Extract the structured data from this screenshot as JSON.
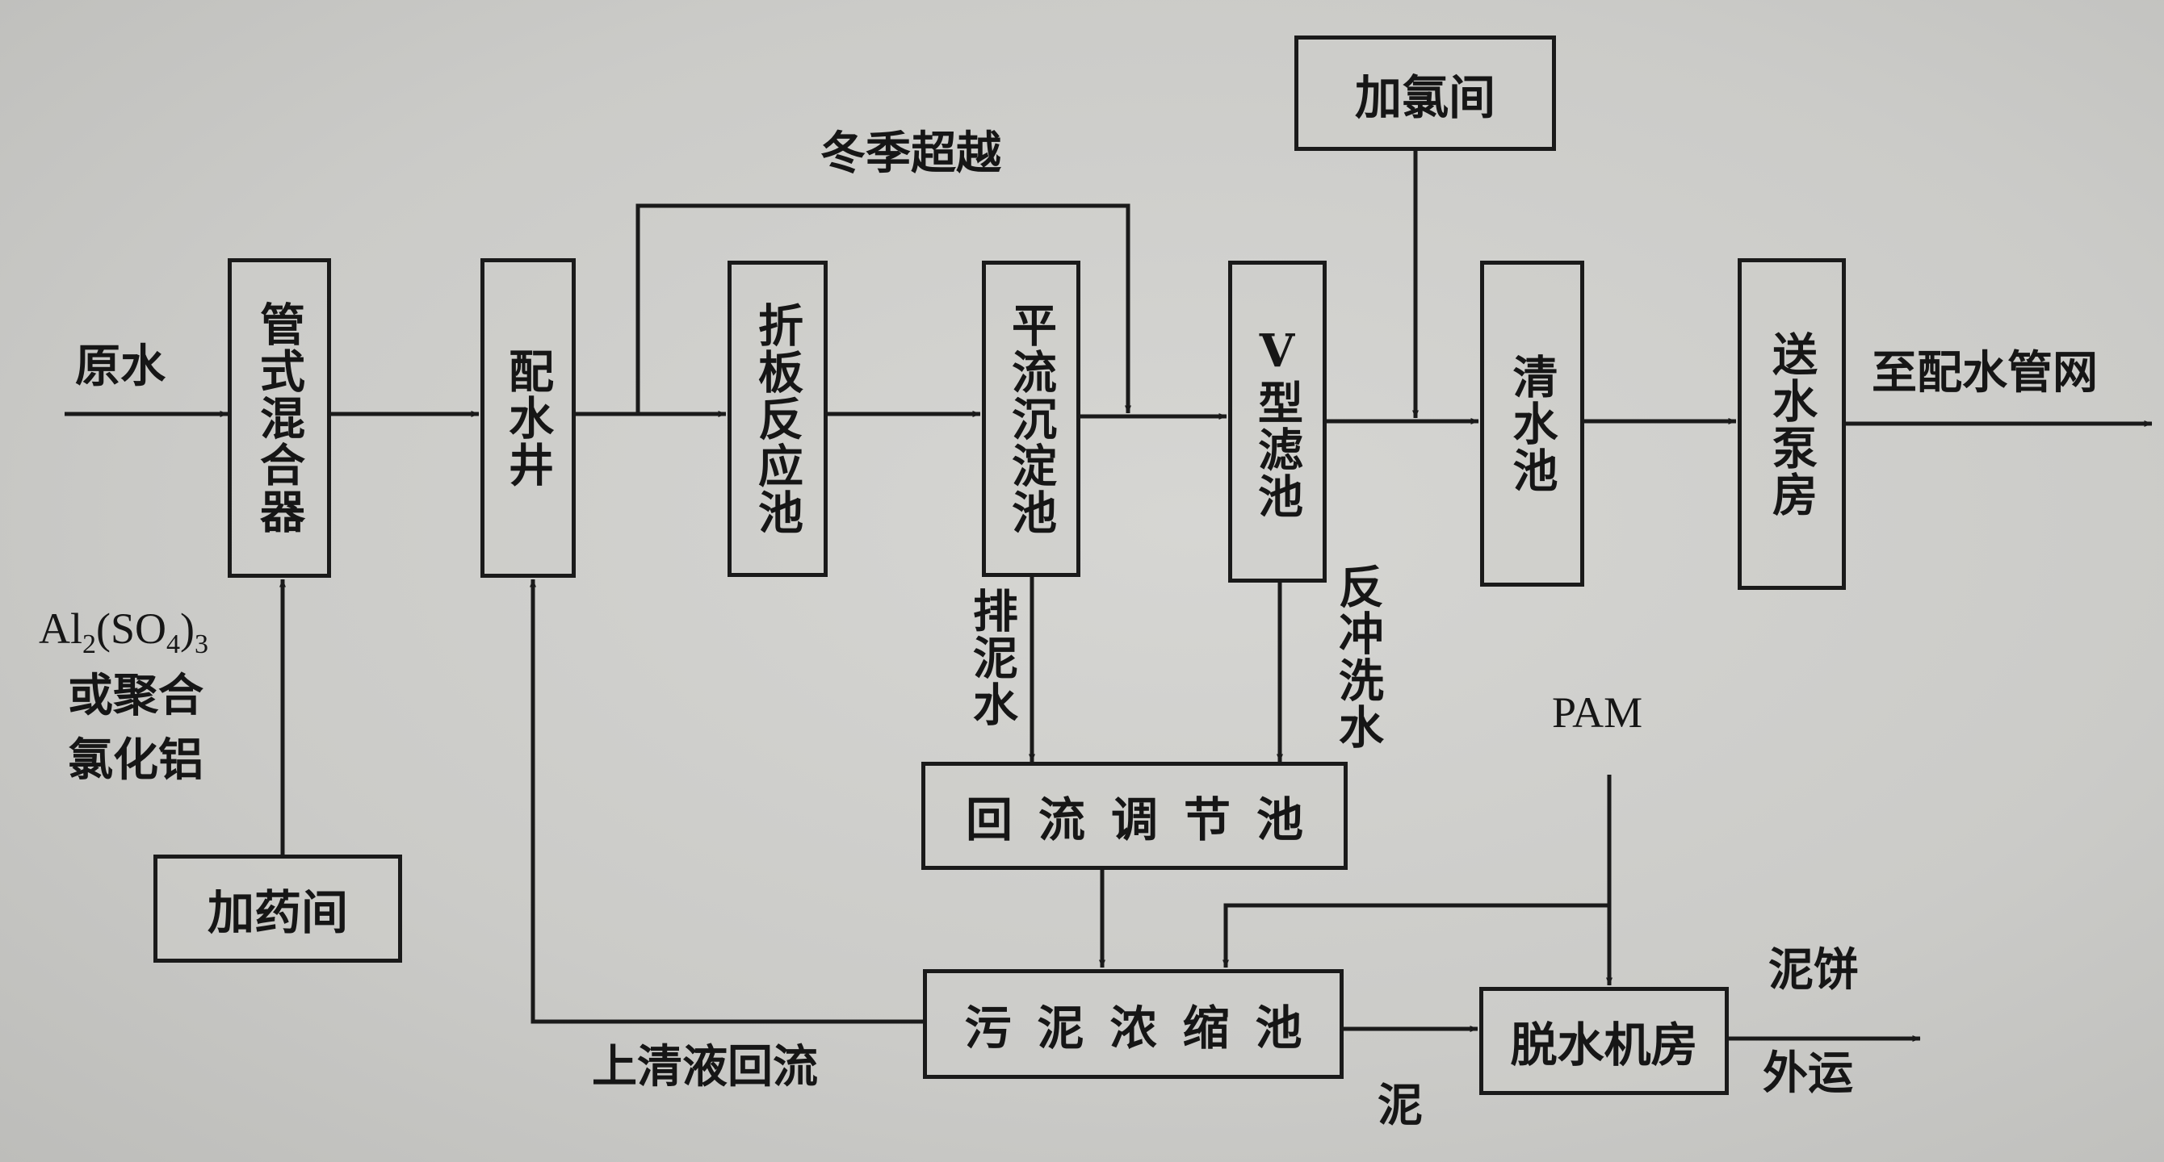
{
  "nodes": {
    "mixer": "管式混合器",
    "distribution_well": "配水井",
    "baffle_tank": "折板反应池",
    "sedimentation": "平流沉淀池",
    "v_filter": "V型滤池",
    "clear_water_tank": "清水池",
    "pump_house": "送水泵房",
    "chlorination": "加氯间",
    "dosing_room": "加药间",
    "return_tank": "回流调节池",
    "thickener": "污泥浓缩池",
    "dewatering": "脱水机房"
  },
  "labels": {
    "raw_water": "原水",
    "to_network": "至配水管网",
    "winter_bypass": "冬季超越",
    "sludge_discharge": "排泥水",
    "backwash": "反冲洗水",
    "pam": "PAM",
    "supernatant": "上清液回流",
    "sludge": "泥",
    "cake": "泥饼",
    "export": "外运",
    "coagulant_formula_base": "Al",
    "coagulant_sub1": "2",
    "coagulant_paren": "(SO",
    "coagulant_sub2": "4",
    "coagulant_close": ")",
    "coagulant_sub3": "3",
    "coagulant_line2": "或聚合",
    "coagulant_line3": "氯化铝"
  }
}
